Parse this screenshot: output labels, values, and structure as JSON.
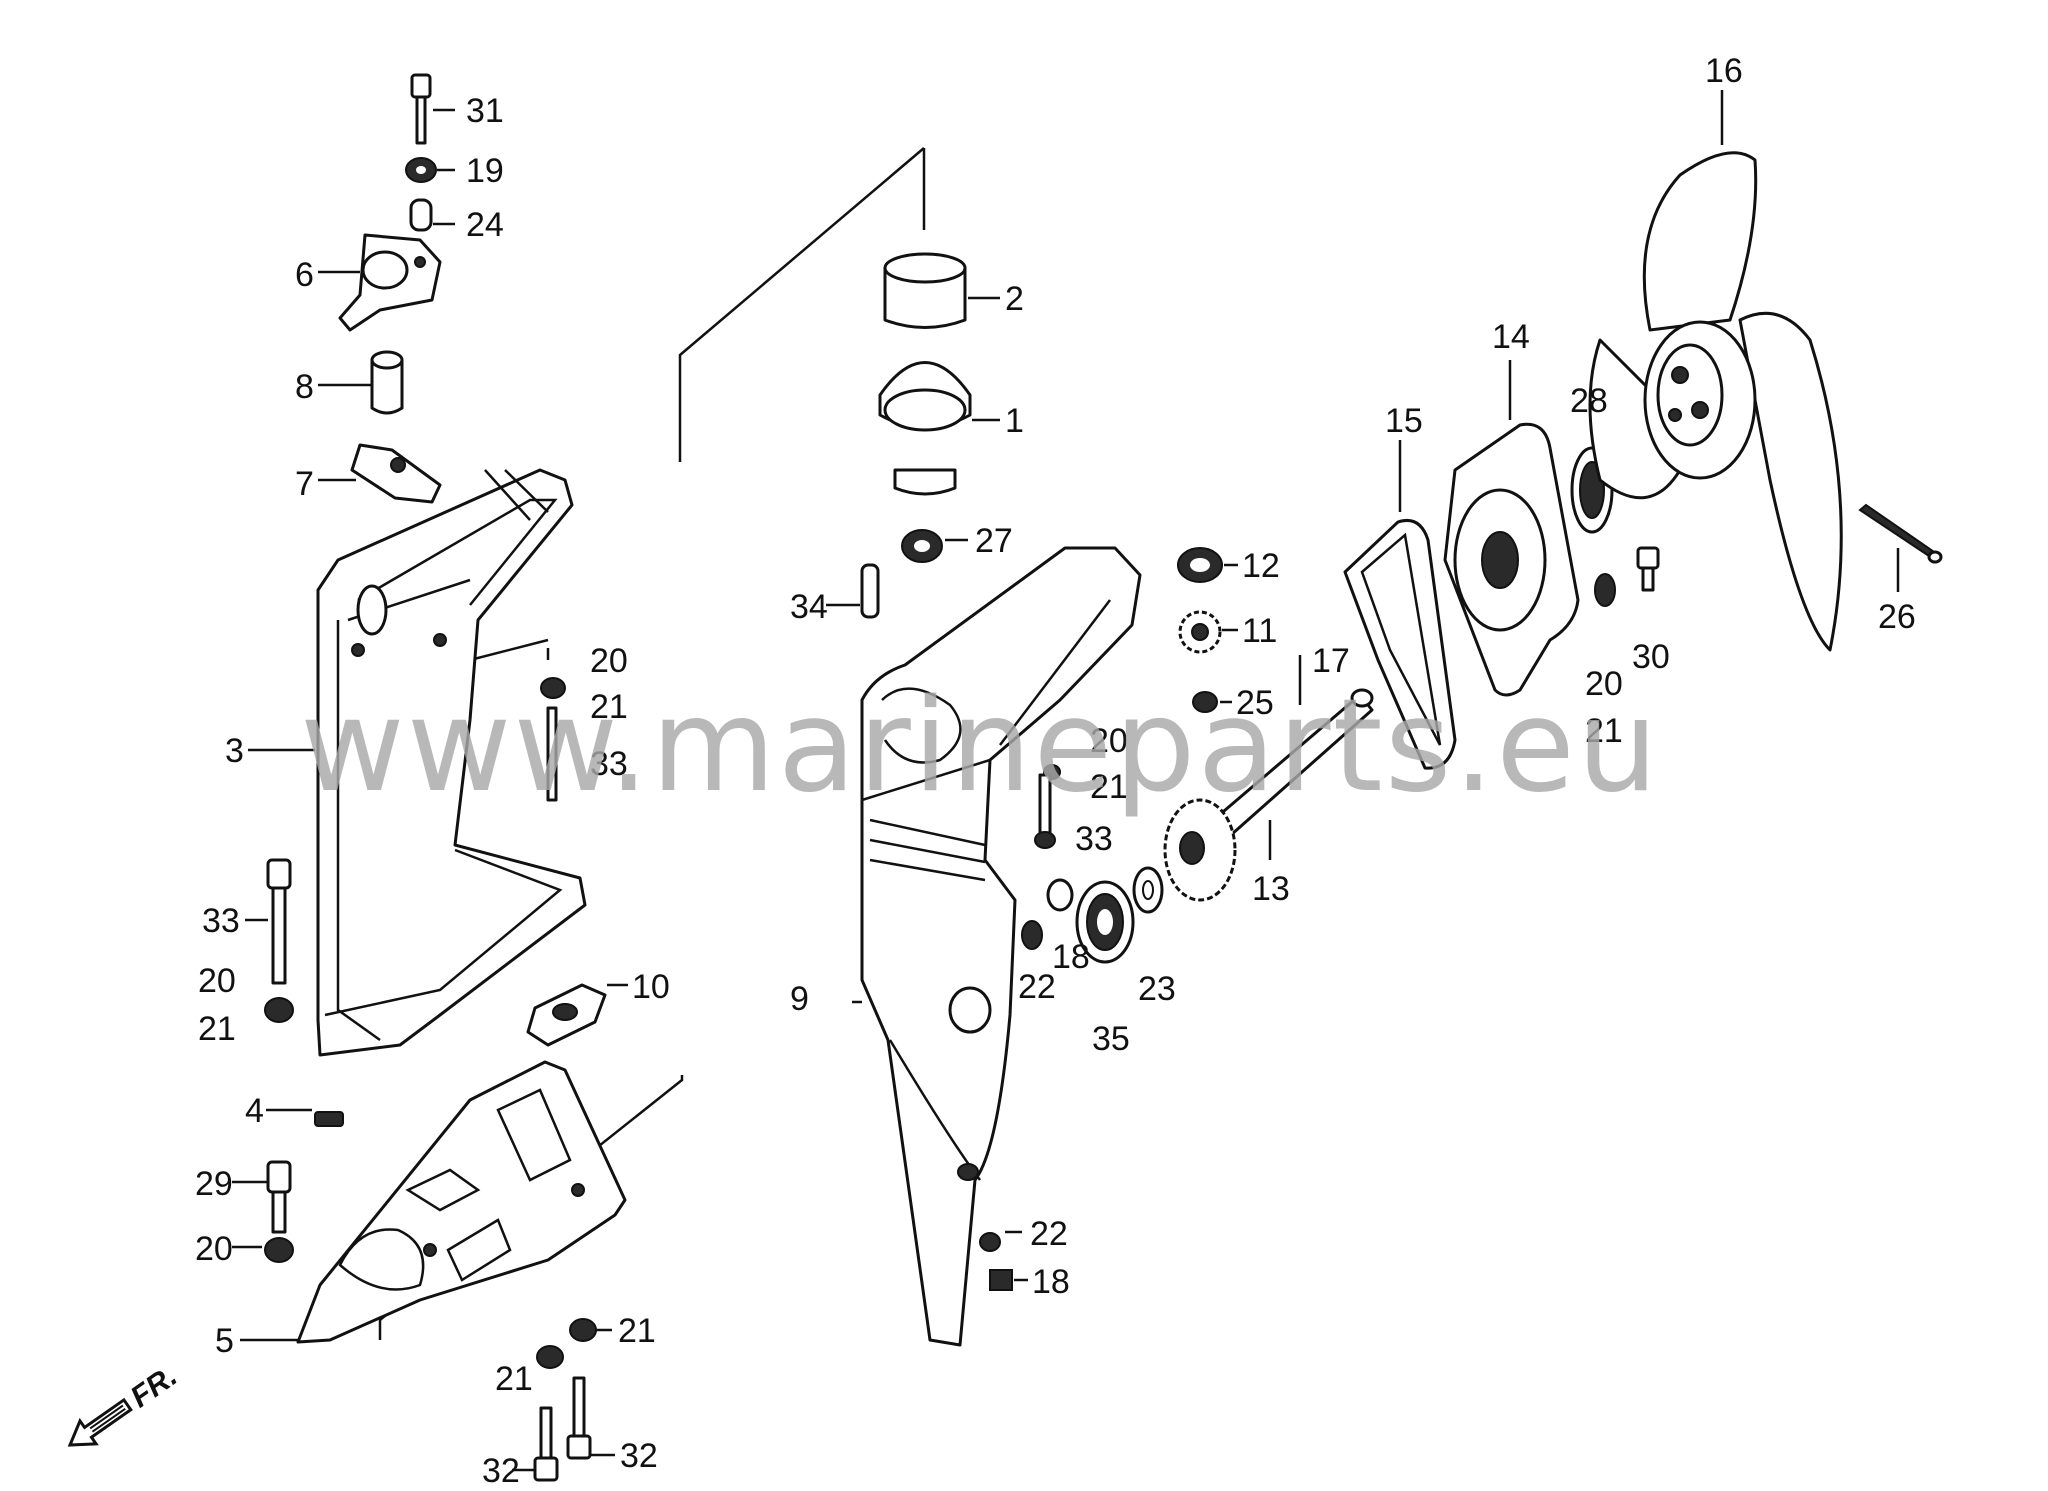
{
  "watermark": "www.marineparts.eu",
  "direction_label": "FR.",
  "callouts": {
    "c31": "31",
    "c19": "19",
    "c24": "24",
    "c6": "6",
    "c8": "8",
    "c7": "7",
    "c3": "3",
    "c20a": "20",
    "c21a": "21",
    "c33a": "33",
    "c33b": "33",
    "c20b": "20",
    "c21b": "21",
    "c10": "10",
    "c4": "4",
    "c29": "29",
    "c20c": "20",
    "c5": "5",
    "c21c": "21",
    "c21d": "21",
    "c32a": "32",
    "c32b": "32",
    "c2": "2",
    "c1": "1",
    "c27": "27",
    "c34": "34",
    "c12": "12",
    "c11": "11",
    "c25": "25",
    "c17": "17",
    "c20d": "20",
    "c21e": "21",
    "c33c": "33",
    "c13": "13",
    "c22a": "22",
    "c18a": "18",
    "c35": "35",
    "c23": "23",
    "c9": "9",
    "c22b": "22",
    "c18b": "18",
    "c15": "15",
    "c14": "14",
    "c28": "28",
    "c16": "16",
    "c20e": "20",
    "c21f": "21",
    "c30": "30",
    "c26": "26"
  }
}
